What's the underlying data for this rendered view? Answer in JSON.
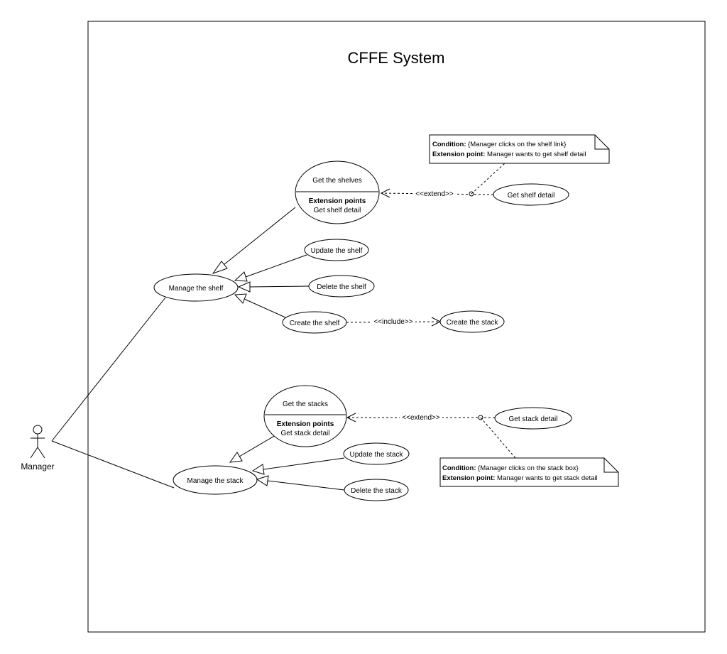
{
  "system": {
    "title": "CFFE System"
  },
  "actor": {
    "name": "Manager"
  },
  "use_cases": {
    "get_shelves": "Get the shelves",
    "get_shelves_ext_heading": "Extension points",
    "get_shelves_ext_point": "Get shelf detail",
    "get_shelf_detail": "Get shelf detail",
    "update_shelf": "Update the shelf",
    "manage_shelf": "Manage the shelf",
    "delete_shelf": "Delete the shelf",
    "create_shelf": "Create the shelf",
    "create_stack": "Create the stack",
    "get_stacks": "Get the stacks",
    "get_stacks_ext_heading": "Extension points",
    "get_stacks_ext_point": "Get stack detail",
    "get_stack_detail": "Get stack detail",
    "update_stack": "Update the stack",
    "manage_stack": "Manage the stack",
    "delete_stack": "Delete the stack"
  },
  "relations": {
    "extend_shelf": "<<extend>>",
    "include_stack": "<<include>>",
    "extend_stack": "<<extend>>"
  },
  "notes": {
    "shelf": {
      "condition_label": "Condition:",
      "condition_text": " {Manager clicks on the shelf link}",
      "ext_label": "Extension point:",
      "ext_text": " Manager wants to get shelf detail"
    },
    "stack": {
      "condition_label": "Condition:",
      "condition_text": " {Manager clicks on the stack box}",
      "ext_label": "Extension point:",
      "ext_text": " Manager wants to get stack detail"
    }
  }
}
